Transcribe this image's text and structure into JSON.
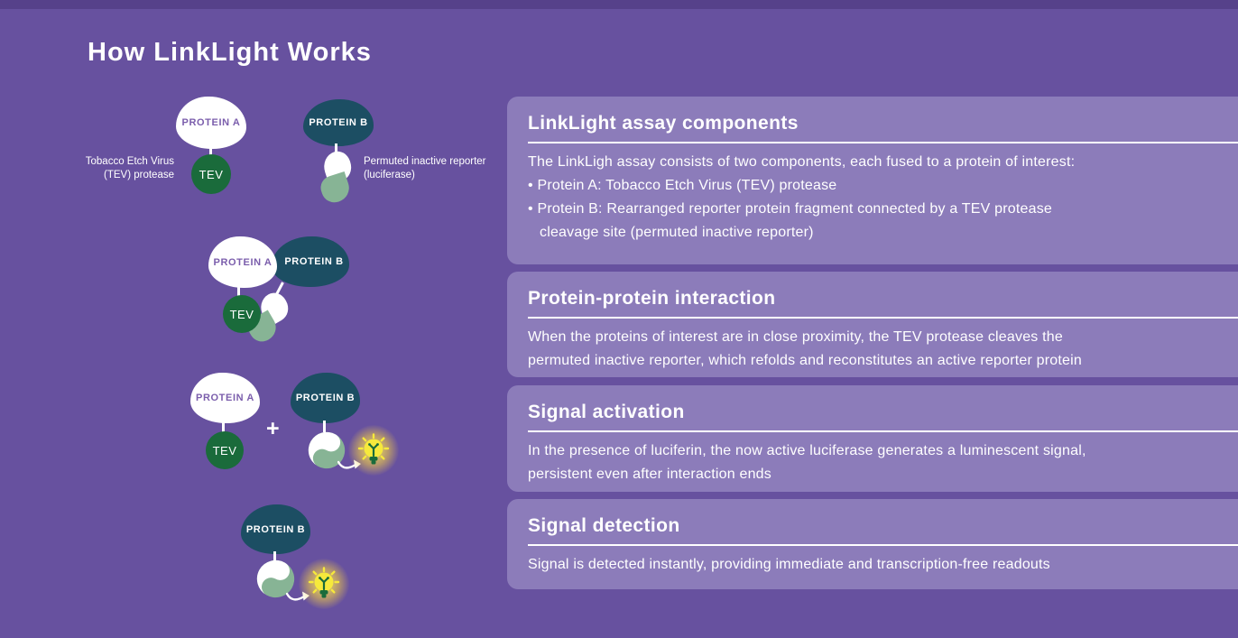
{
  "page": {
    "title": "How LinkLight Works"
  },
  "colors": {
    "background": "#67519F",
    "top_strip": "#56418A",
    "panel": "#8C7CBA",
    "protein_b_teal": "#1C4E63",
    "tev_green": "#1A6B3B",
    "reporter_light_green": "#87B495",
    "bulb_yellow": "#F6E93C",
    "protein_a_text_purple": "#7B5EAC",
    "text": "#FFFFFF"
  },
  "icons": {
    "inactive_reporter": "split-comma-reporter",
    "active_reporter": "yin-yang-reporter",
    "signal": "glowing-lightbulb",
    "flow": "curved-arrow"
  },
  "diagram": {
    "protein_a": "PROTEIN A",
    "protein_b": "PROTEIN B",
    "tev": "TEV",
    "plus": "+",
    "tev_label_line1": "Tobacco Etch Virus",
    "tev_label_line2": "(TEV) protease",
    "reporter_label_line1": "Permuted inactive reporter",
    "reporter_label_line2": "(luciferase)"
  },
  "panels": [
    {
      "heading": "LinkLight assay components",
      "lines": [
        "The LinkLigh assay consists of two components, each fused to a protein of interest:",
        "• Protein A: Tobacco Etch Virus (TEV) protease",
        "• Protein B: Rearranged reporter protein fragment connected by a TEV protease",
        "cleavage site (permuted inactive reporter)"
      ]
    },
    {
      "heading": "Protein-protein interaction",
      "lines": [
        "When the proteins of interest are in close proximity, the TEV protease cleaves the",
        "permuted inactive reporter, which refolds and reconstitutes an active reporter protein"
      ]
    },
    {
      "heading": "Signal activation",
      "lines": [
        "In the presence of luciferin, the now active luciferase generates a luminescent signal,",
        "persistent even after interaction ends"
      ]
    },
    {
      "heading": "Signal detection",
      "lines": [
        "Signal is detected instantly, providing immediate and transcription-free readouts"
      ]
    }
  ]
}
